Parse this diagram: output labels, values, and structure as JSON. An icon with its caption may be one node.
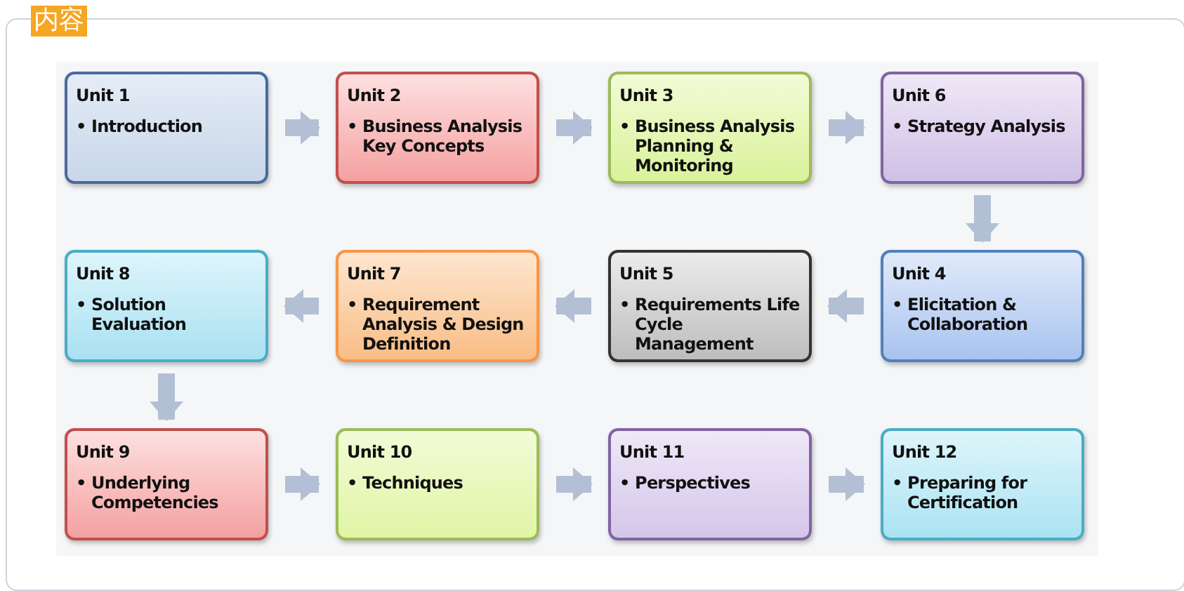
{
  "diagram": {
    "title": "内容",
    "nodes": [
      {
        "text": [
          "Unit 1",
          "• Introduction"
        ]
      },
      {
        "text": [
          "Unit 2",
          "• Business Analysis Key Concepts"
        ]
      },
      {
        "text": [
          "Unit 3",
          "• Business Analysis Planning & Monitoring"
        ]
      },
      {
        "text": [
          "Unit 6",
          "• Strategy Analysis"
        ]
      },
      {
        "text": [
          "Unit 8",
          "• Solution Evaluation"
        ]
      },
      {
        "text": [
          "Unit 7",
          "• Requirement Analysis & Design Definition"
        ]
      },
      {
        "text": [
          "Unit 5",
          "• Requirements Life Cycle Management"
        ]
      },
      {
        "text": [
          "Unit 4",
          "• Elicitation & Collaboration"
        ]
      },
      {
        "text": [
          "Unit 9",
          "• Underlying Competencies"
        ]
      },
      {
        "text": [
          "Unit 10",
          "• Techniques"
        ]
      },
      {
        "text": [
          "Unit 11",
          "• Perspectives"
        ]
      },
      {
        "text": [
          "Unit 12",
          "• Preparing for Certification"
        ]
      }
    ],
    "edges": [
      {
        "from": 0,
        "to": 1,
        "arrow": "to"
      },
      {
        "from": 1,
        "to": 2,
        "arrow": "to"
      },
      {
        "from": 2,
        "to": 3,
        "arrow": "to"
      },
      {
        "from": 3,
        "to": 7,
        "arrow": "to"
      },
      {
        "from": 7,
        "to": 6,
        "arrow": "to"
      },
      {
        "from": 6,
        "to": 5,
        "arrow": "to"
      },
      {
        "from": 5,
        "to": 4,
        "arrow": "to"
      },
      {
        "from": 4,
        "to": 8,
        "arrow": "to"
      },
      {
        "from": 8,
        "to": 9,
        "arrow": "to"
      },
      {
        "from": 9,
        "to": 10,
        "arrow": "to"
      },
      {
        "from": 10,
        "to": 11,
        "arrow": "to"
      }
    ]
  }
}
